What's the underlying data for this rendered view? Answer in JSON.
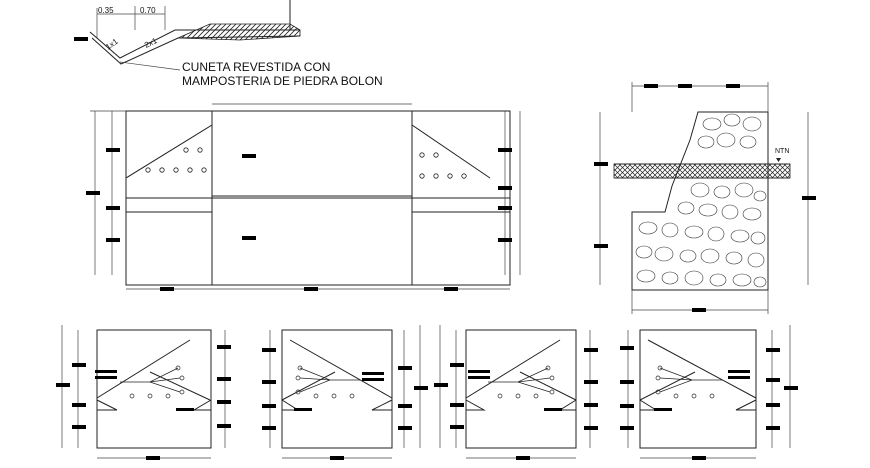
{
  "detail": {
    "dim_a": "0.35",
    "dim_b": "0.70",
    "slope_1": "1x1",
    "slope_2": "2x1",
    "caption_line1": "CUNETA REVESTIDA CON",
    "caption_line2": "MAMPOSTERIA DE PIEDRA BOLON"
  },
  "section": {
    "level_mark": "NTN"
  },
  "colors": {
    "line": "#222222",
    "dim_tag": "#000000",
    "background": "#ffffff"
  }
}
